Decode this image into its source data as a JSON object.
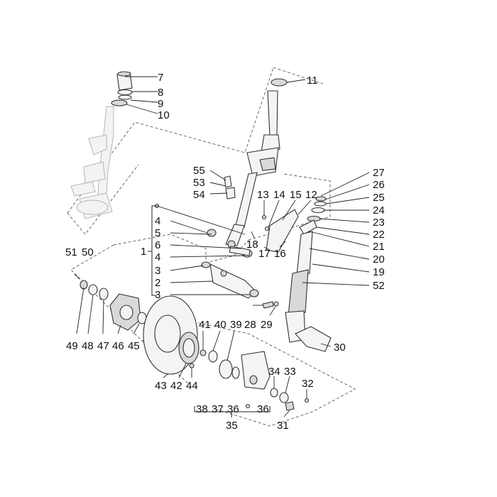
{
  "diagram": {
    "callouts": [
      {
        "id": "c7",
        "label": "7"
      },
      {
        "id": "c8",
        "label": "8"
      },
      {
        "id": "c9",
        "label": "9"
      },
      {
        "id": "c10",
        "label": "10"
      },
      {
        "id": "c11",
        "label": "11"
      },
      {
        "id": "c27",
        "label": "27"
      },
      {
        "id": "c26",
        "label": "26"
      },
      {
        "id": "c25",
        "label": "25"
      },
      {
        "id": "c24",
        "label": "24"
      },
      {
        "id": "c23",
        "label": "23"
      },
      {
        "id": "c22",
        "label": "22"
      },
      {
        "id": "c21",
        "label": "21"
      },
      {
        "id": "c20",
        "label": "20"
      },
      {
        "id": "c19",
        "label": "19"
      },
      {
        "id": "c52",
        "label": "52"
      },
      {
        "id": "c55",
        "label": "55"
      },
      {
        "id": "c53",
        "label": "53"
      },
      {
        "id": "c54",
        "label": "54"
      },
      {
        "id": "c13",
        "label": "13"
      },
      {
        "id": "c14",
        "label": "14"
      },
      {
        "id": "c15",
        "label": "15"
      },
      {
        "id": "c12",
        "label": "12"
      },
      {
        "id": "c18",
        "label": "18"
      },
      {
        "id": "c17",
        "label": "17"
      },
      {
        "id": "c16",
        "label": "16"
      },
      {
        "id": "c4a",
        "label": "4"
      },
      {
        "id": "c5",
        "label": "5"
      },
      {
        "id": "c6",
        "label": "6"
      },
      {
        "id": "c4b",
        "label": "4"
      },
      {
        "id": "c3a",
        "label": "3"
      },
      {
        "id": "c2",
        "label": "2"
      },
      {
        "id": "c3b",
        "label": "3"
      },
      {
        "id": "c1",
        "label": "1"
      },
      {
        "id": "c51",
        "label": "51"
      },
      {
        "id": "c50",
        "label": "50"
      },
      {
        "id": "c28",
        "label": "28"
      },
      {
        "id": "c29",
        "label": "29"
      },
      {
        "id": "c30",
        "label": "30"
      },
      {
        "id": "c41",
        "label": "41"
      },
      {
        "id": "c40",
        "label": "40"
      },
      {
        "id": "c39",
        "label": "39"
      },
      {
        "id": "c49",
        "label": "49"
      },
      {
        "id": "c48",
        "label": "48"
      },
      {
        "id": "c47",
        "label": "47"
      },
      {
        "id": "c46",
        "label": "46"
      },
      {
        "id": "c45",
        "label": "45"
      },
      {
        "id": "c43",
        "label": "43"
      },
      {
        "id": "c42",
        "label": "42"
      },
      {
        "id": "c44",
        "label": "44"
      },
      {
        "id": "c34",
        "label": "34"
      },
      {
        "id": "c33",
        "label": "33"
      },
      {
        "id": "c32",
        "label": "32"
      },
      {
        "id": "c38",
        "label": "38"
      },
      {
        "id": "c37",
        "label": "37"
      },
      {
        "id": "c36a",
        "label": "36"
      },
      {
        "id": "c36b",
        "label": "36"
      },
      {
        "id": "c35",
        "label": "35"
      },
      {
        "id": "c31",
        "label": "31"
      }
    ]
  }
}
